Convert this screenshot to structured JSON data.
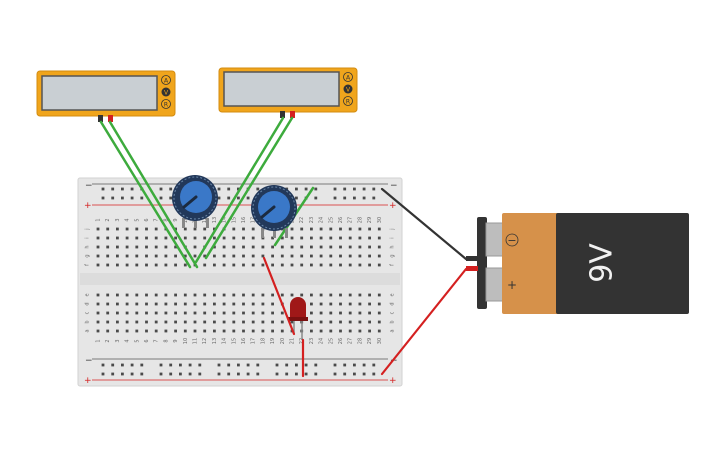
{
  "multimeters": [
    {
      "id": "meter-left",
      "buttons": [
        "A",
        "V",
        "R"
      ]
    },
    {
      "id": "meter-right",
      "buttons": [
        "A",
        "V",
        "R"
      ]
    }
  ],
  "breadboard": {
    "columns": [
      "1",
      "2",
      "3",
      "4",
      "5",
      "6",
      "7",
      "8",
      "9",
      "10",
      "11",
      "12",
      "13",
      "14",
      "15",
      "16",
      "17",
      "18",
      "19",
      "20",
      "21",
      "22",
      "23",
      "24",
      "25",
      "26",
      "27",
      "28",
      "29",
      "30"
    ],
    "rows_top": [
      "j",
      "i",
      "h",
      "g",
      "f"
    ],
    "rows_bottom": [
      "e",
      "d",
      "c",
      "b",
      "a"
    ],
    "rail_minus": "−",
    "rail_plus": "+"
  },
  "battery": {
    "label": "9V",
    "minus_symbol": "−",
    "plus_symbol": "+"
  },
  "colors": {
    "meter_body": "#f0a51c",
    "meter_screen": "#c9cfd3",
    "board": "#e6e6e6",
    "green_wire": "#3dab3d",
    "red_wire": "#d42020",
    "black_wire": "#333333",
    "pot_knob": "#3a78c8",
    "battery_top": "#d6914a",
    "battery_body": "#333333",
    "led": "#a01818"
  }
}
